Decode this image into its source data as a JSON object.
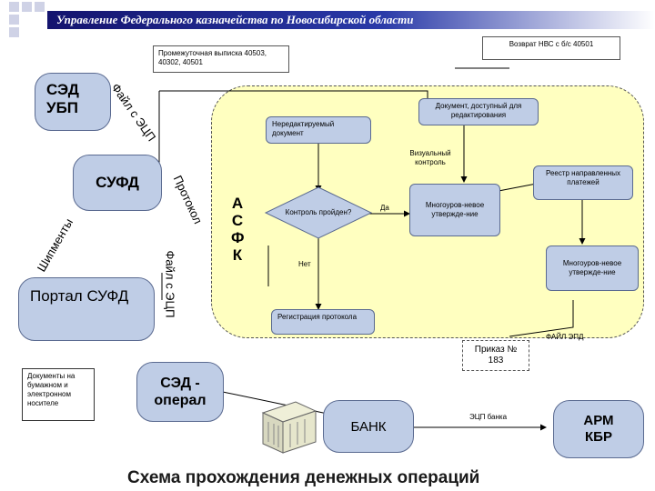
{
  "header": {
    "title": "Управление Федерального казначейства по Новосибирской области"
  },
  "nodes": {
    "sed_ubp": "СЭД УБП",
    "sufd": "СУФД",
    "portal_sufd": "Портал СУФД",
    "sed_operzal": "СЭД - операл",
    "bank": "БАНК",
    "arm_kbr": "АРМ КБР",
    "asfk": [
      "А",
      "С",
      "Ф",
      "К"
    ]
  },
  "labels": {
    "interim_statement": "Промежуточная выписка 40503, 40302, 40501",
    "return_nvs": "Возврат НВС с б/с 40501",
    "editable_doc": "Документ, доступный для редактирования",
    "non_editable_doc": "Нередактируемый документ",
    "visual_control": "Визуальный контроль",
    "registry": "Реестр направленных платежей",
    "control_passed": "Контроль пройден?",
    "yes": "Да",
    "no": "Нет",
    "multilevel_1": "Многоуров-невое утвержде-ние",
    "multilevel_2": "Многоуров-невое утвержде-ние",
    "protocol_registration": "Регистрация протокола",
    "file_epd": "ФАЙЛ ЭПД",
    "order": "Приказ № 183",
    "ecp_bank": "ЭЦП банка",
    "paper_docs": "Документы на бумажном и электронном носителе",
    "file_ecp_1": "Файл с ЭЦП",
    "file_ecp_2": "Файл с ЭЦП",
    "protocol": "Протокол",
    "shipments": "Шипменты"
  },
  "caption": "Схема прохождения денежных операций",
  "colors": {
    "hub": "#ffffc0",
    "node": "#bfcde6",
    "header": "#1c2486"
  }
}
